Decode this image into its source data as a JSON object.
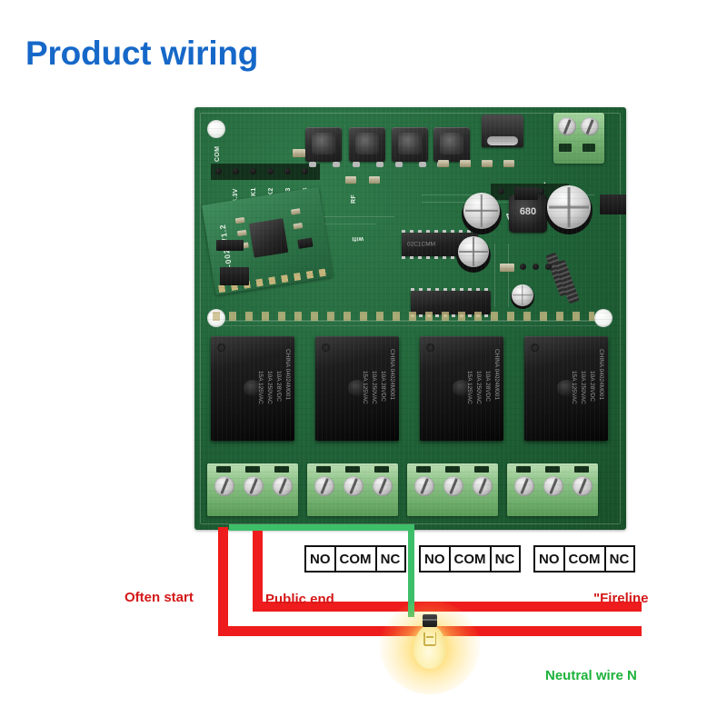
{
  "page": {
    "title": "Product wiring",
    "title_color": "#1668c8",
    "background": "#ffffff"
  },
  "colors": {
    "wire_live": "#ee1c1c",
    "wire_neutral": "#3dbf6a",
    "label_red": "#d41717",
    "label_green": "#1cb23a",
    "pcb_green": "#1f6137",
    "terminal_green": "#8cc286"
  },
  "board": {
    "name": "4-channel wifi relay module",
    "silkscreen": {
      "pin_header_left": [
        "COM",
        "3.3V",
        "K1",
        "K2",
        "K3",
        "K4"
      ],
      "rf_label": "RF",
      "wifi_label": "wifi",
      "power_label": "AC/DC 7-32V"
    },
    "wifi_module": {
      "part_label": "SDV-002_V1.2"
    },
    "inductor_code": "680",
    "relays": [
      {
        "spec_lines": [
          "15A 125VAC",
          "10A 250VAC",
          "10A 28VDC"
        ],
        "origin": "CHINA 04024M001"
      },
      {
        "spec_lines": [
          "15A 125VAC",
          "10A 250VAC",
          "10A 28VDC"
        ],
        "origin": "CHINA 04024M001"
      },
      {
        "spec_lines": [
          "15A 125VAC",
          "10A 250VAC",
          "10A 28VDC"
        ],
        "origin": "CHINA 04024M001"
      },
      {
        "spec_lines": [
          "15A 125VAC",
          "10A 250VAC",
          "10A 28VDC"
        ],
        "origin": "CHINA 04024M001"
      }
    ],
    "output_terminal_count": 4,
    "output_terminal_positions": 3
  },
  "terminal_legend": {
    "groups": [
      {
        "cells": [
          "NO",
          "COM",
          "NC"
        ]
      },
      {
        "cells": [
          "NO",
          "COM",
          "NC"
        ]
      },
      {
        "cells": [
          "NO",
          "COM",
          "NC"
        ]
      }
    ]
  },
  "wiring_labels": {
    "often_start": "Often start",
    "public_end": "Public end",
    "fireline": "\"Fireline",
    "neutral_wire": "Neutral wire N"
  },
  "lamp": {
    "name": "incandescent-bulb"
  }
}
